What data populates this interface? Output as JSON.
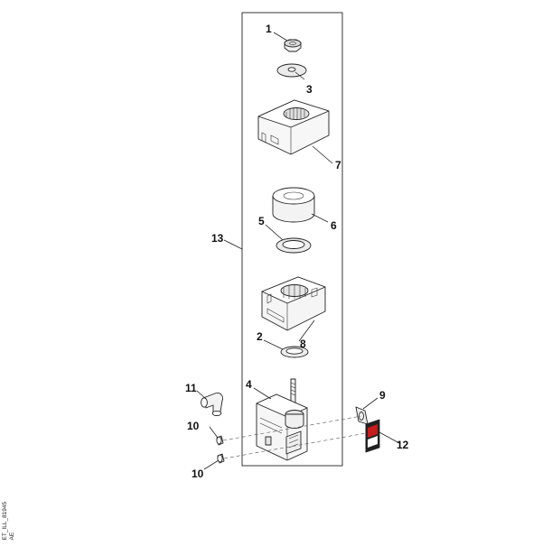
{
  "diagram": {
    "callouts": [
      {
        "id": "c1",
        "label": "1"
      },
      {
        "id": "c3",
        "label": "3"
      },
      {
        "id": "c7",
        "label": "7"
      },
      {
        "id": "c6",
        "label": "6"
      },
      {
        "id": "c5",
        "label": "5"
      },
      {
        "id": "c13",
        "label": "13"
      },
      {
        "id": "c8",
        "label": "8"
      },
      {
        "id": "c2",
        "label": "2"
      },
      {
        "id": "c4",
        "label": "4"
      },
      {
        "id": "c11",
        "label": "11"
      },
      {
        "id": "c9",
        "label": "9"
      },
      {
        "id": "c10a",
        "label": "10"
      },
      {
        "id": "c10b",
        "label": "10"
      },
      {
        "id": "c12",
        "label": "12"
      }
    ],
    "doc_code": "ET_ILL_81945",
    "doc_code_sub": "AE"
  }
}
